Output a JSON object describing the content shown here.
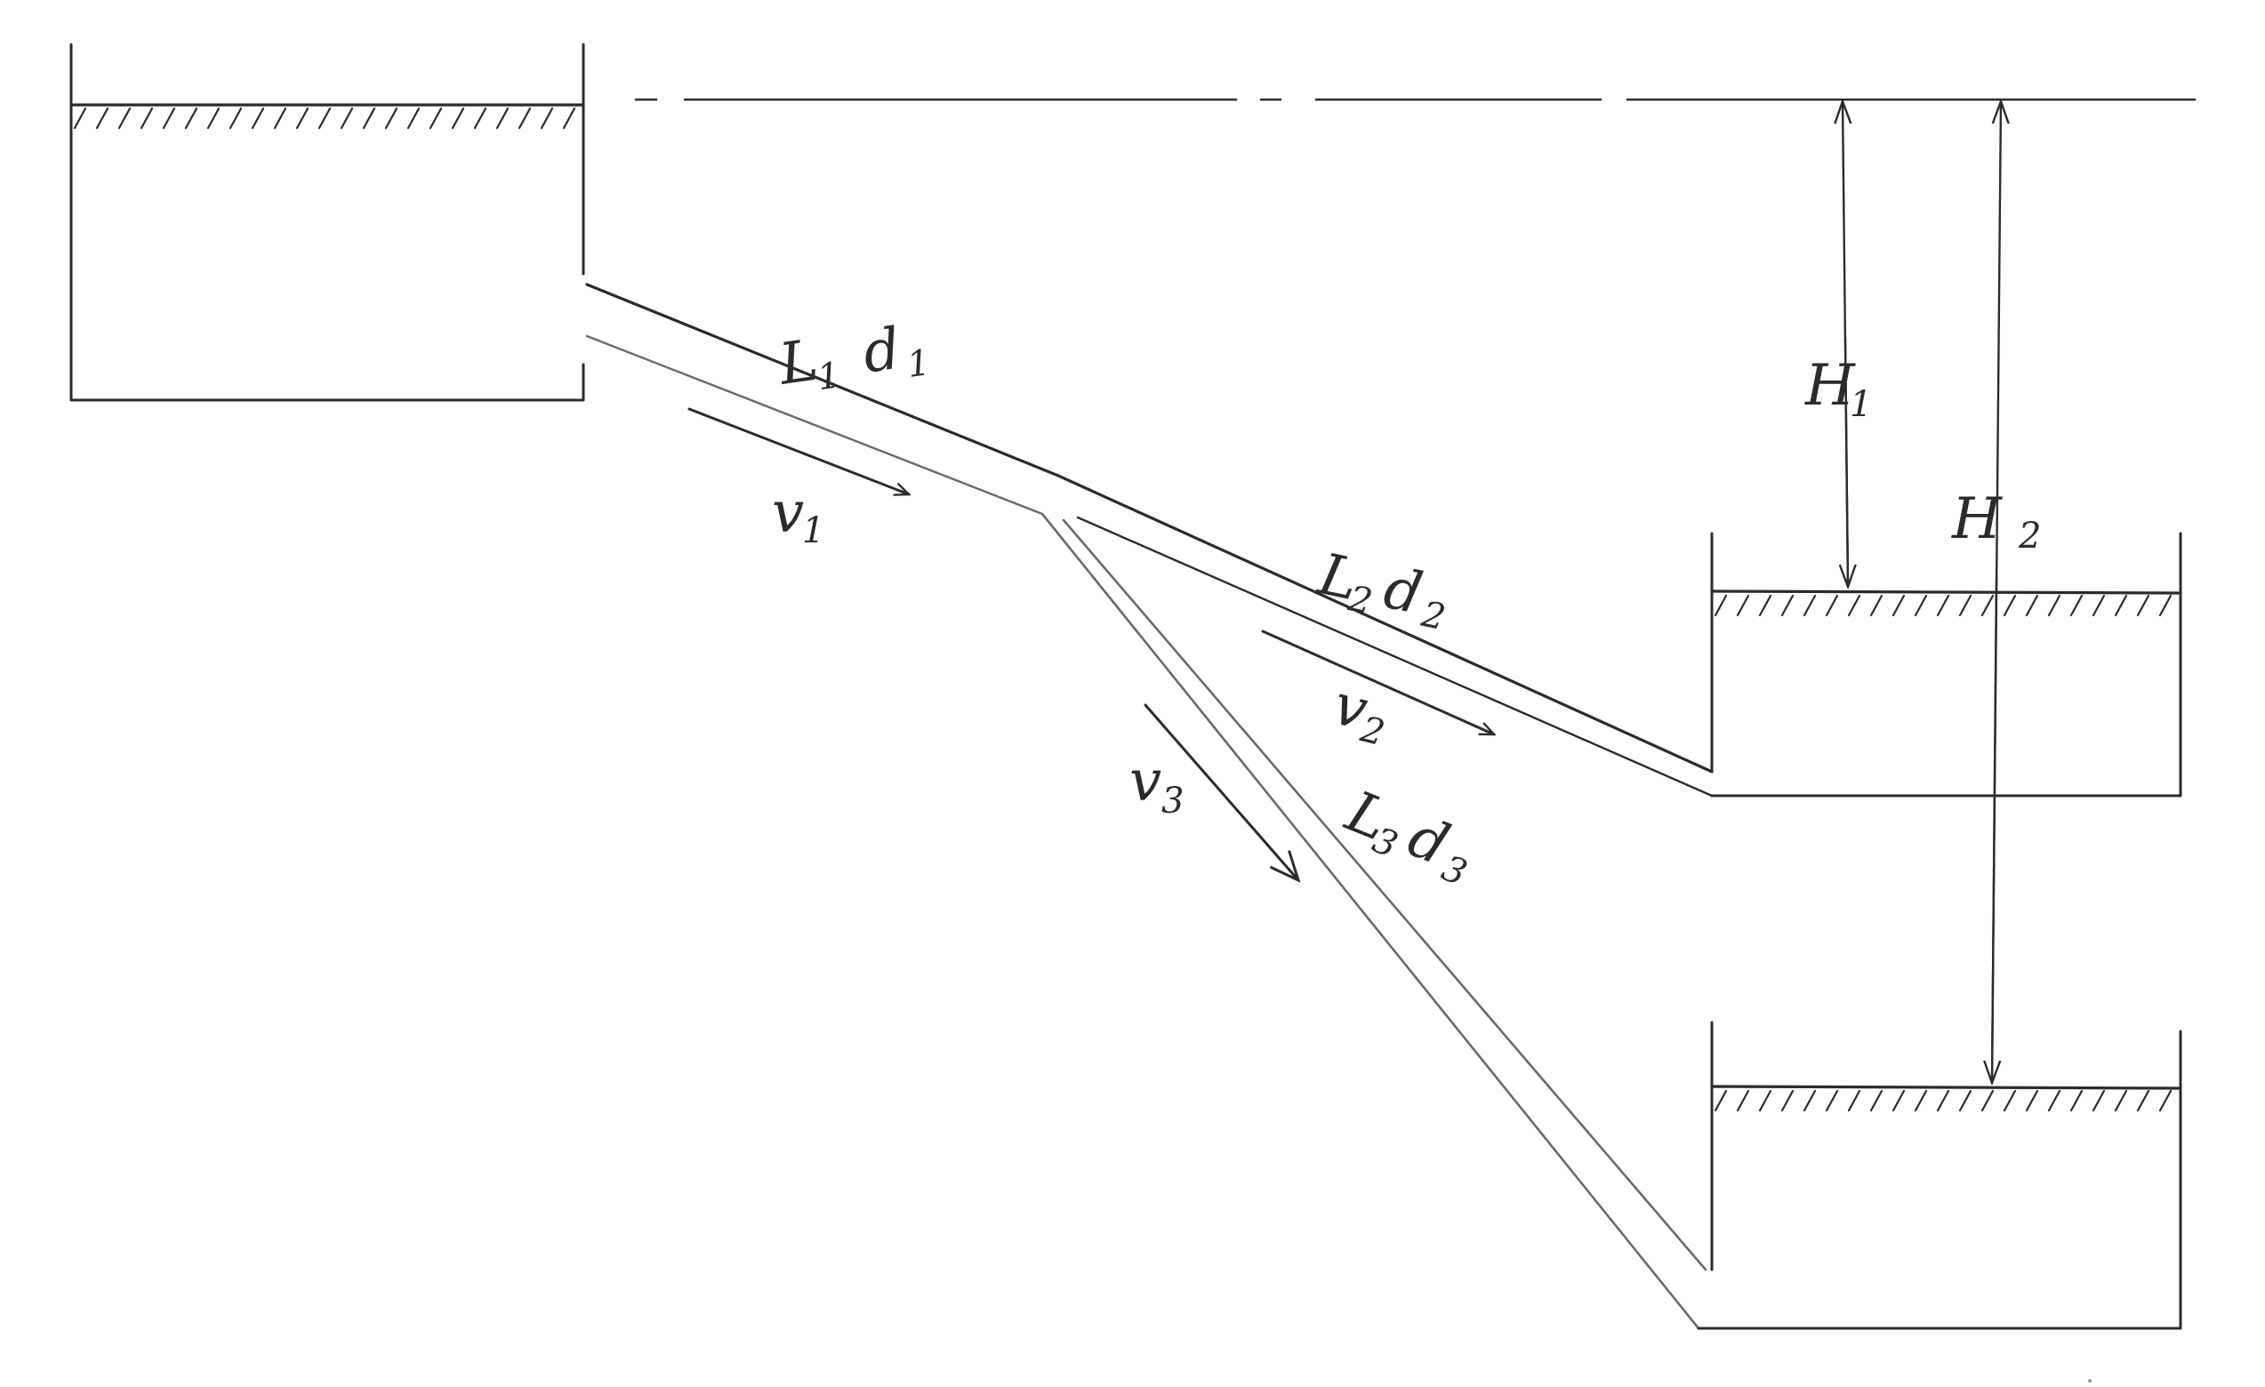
{
  "labels": {
    "pipe1": {
      "main": "L",
      "sub1": "1",
      "d": "d",
      "sub2": "1"
    },
    "pipe2": {
      "main": "L",
      "sub1": "2",
      "d": "d",
      "sub2": "2"
    },
    "pipe3": {
      "main": "L",
      "sub1": "3",
      "d": "d",
      "sub2": "3"
    },
    "v1": {
      "main": "v",
      "sub": "1"
    },
    "v2": {
      "main": "v",
      "sub": "2"
    },
    "v3": {
      "main": "v",
      "sub": "3"
    },
    "H1": {
      "main": "H",
      "sub": "1"
    },
    "H2": {
      "main": "H",
      "sub": "2"
    }
  }
}
